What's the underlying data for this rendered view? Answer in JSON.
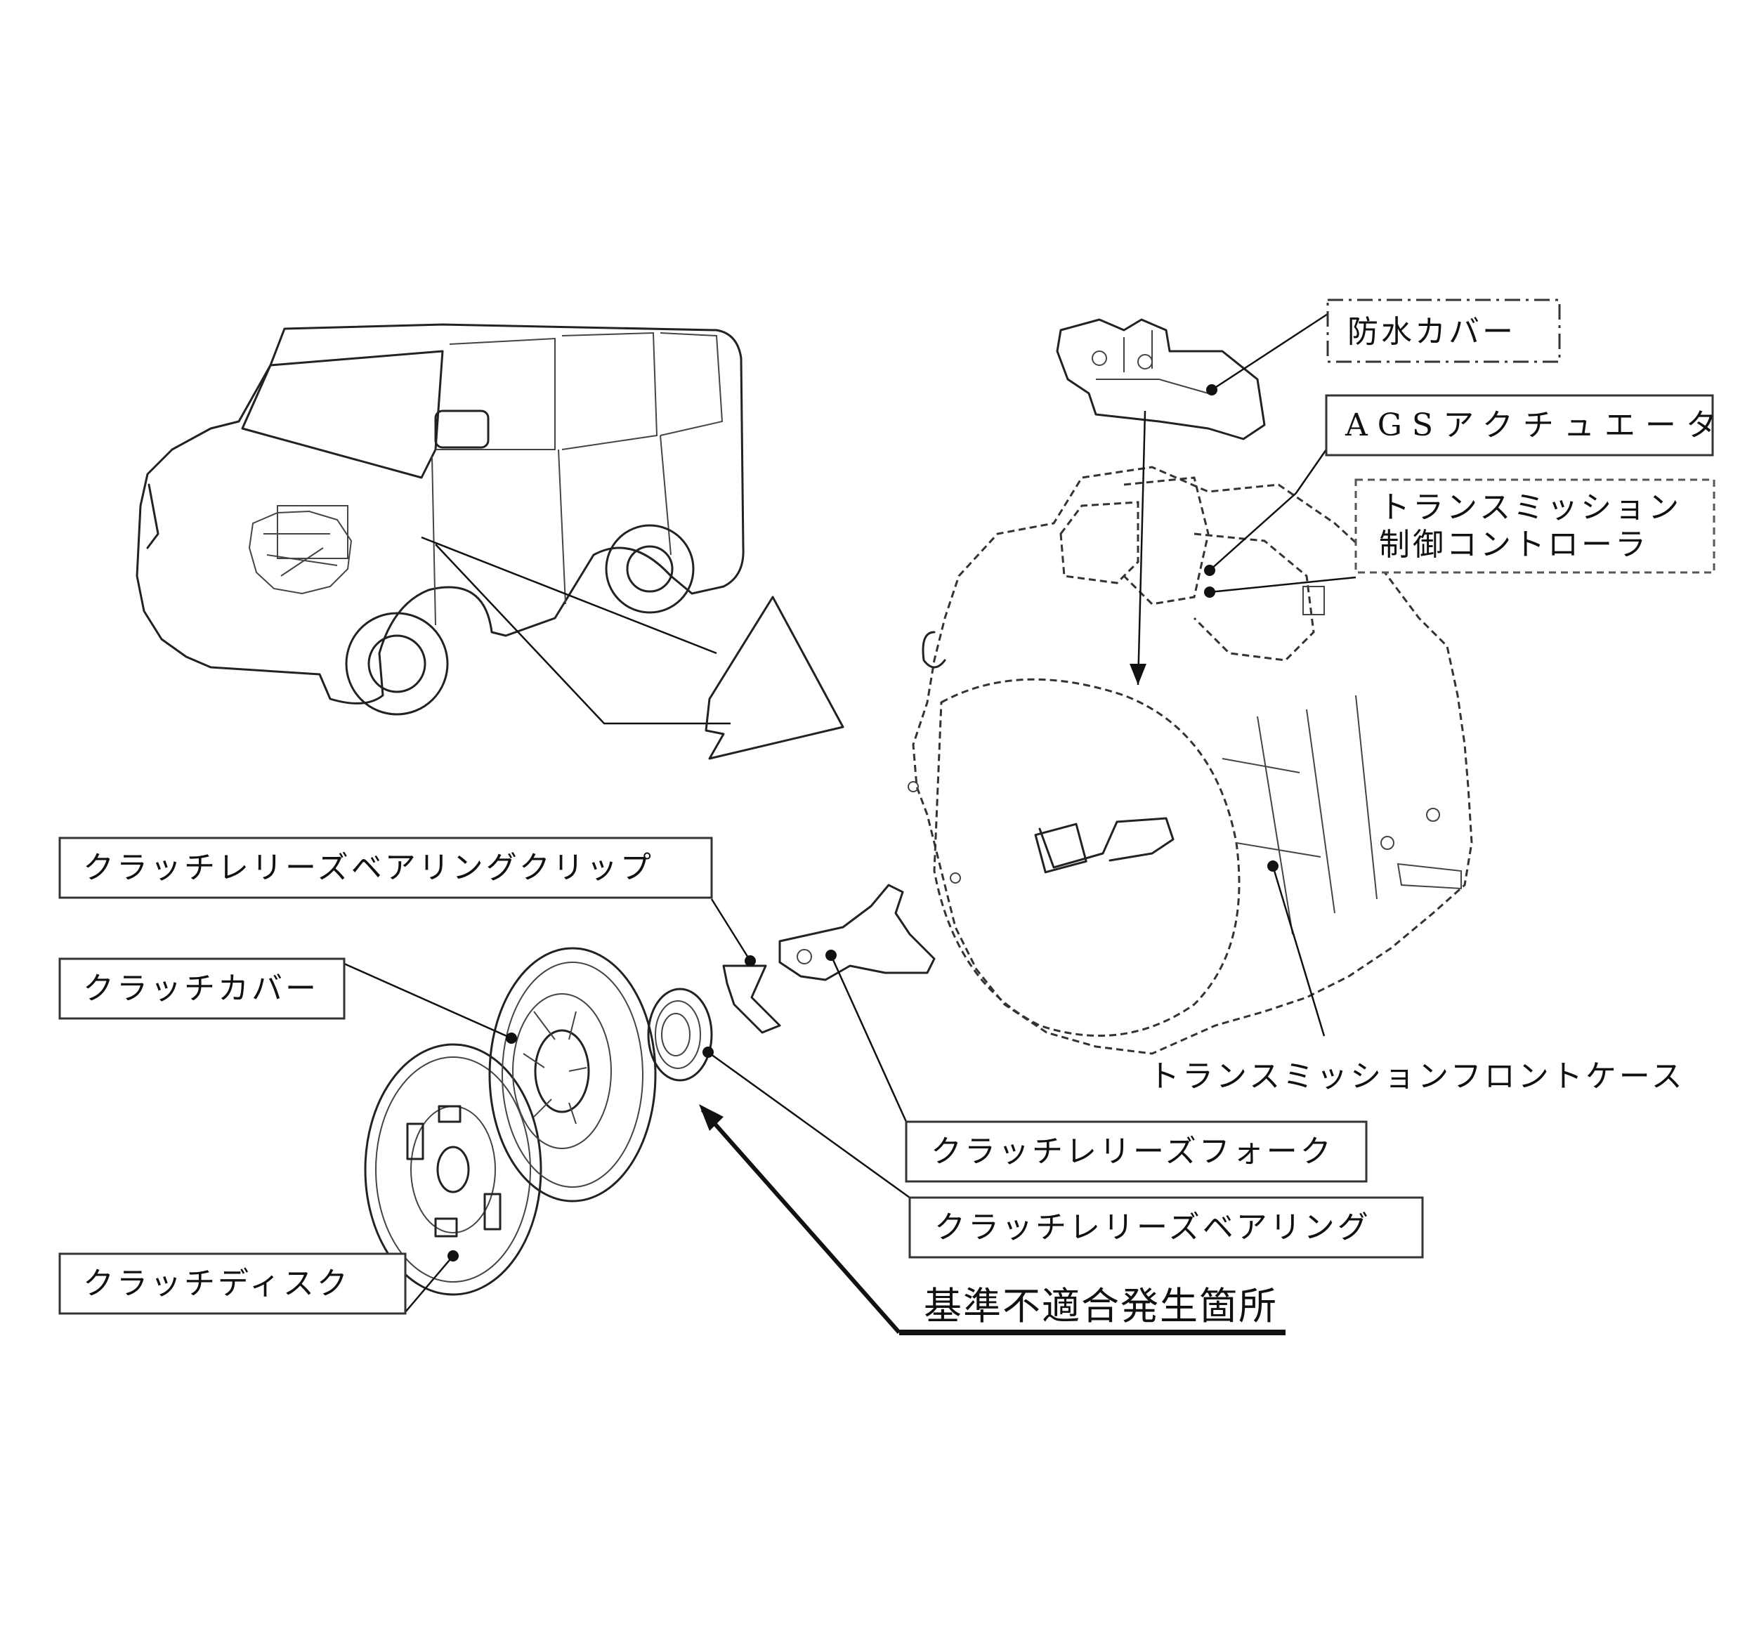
{
  "labels": {
    "waterproof_cover": "防水カバー",
    "ags_actuator": "AGSアクチュエータ",
    "tcu_line1": "トランスミッション",
    "tcu_line2": "制御コントローラ",
    "front_case": "トランスミッションフロントケース",
    "bearing_clip": "クラッチレリーズベアリングクリップ",
    "clutch_cover": "クラッチカバー",
    "release_fork": "クラッチレリーズフォーク",
    "release_bearing": "クラッチレリーズベアリング",
    "clutch_disc": "クラッチディスク",
    "defect_location": "基準不適合発生箇所"
  }
}
